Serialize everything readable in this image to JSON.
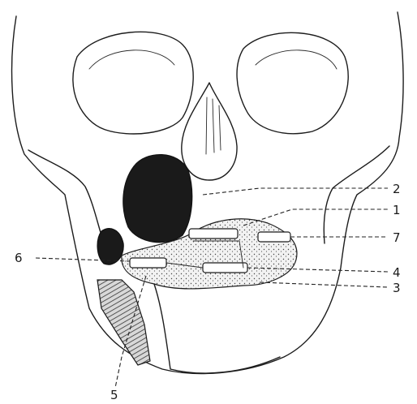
{
  "figure": {
    "callouts": [
      {
        "id": "c2",
        "text": "2"
      },
      {
        "id": "c1",
        "text": "1"
      },
      {
        "id": "c7",
        "text": "7"
      },
      {
        "id": "c6",
        "text": "6"
      },
      {
        "id": "c4",
        "text": "4"
      },
      {
        "id": "c3",
        "text": "3"
      },
      {
        "id": "c5",
        "text": "5"
      }
    ]
  }
}
